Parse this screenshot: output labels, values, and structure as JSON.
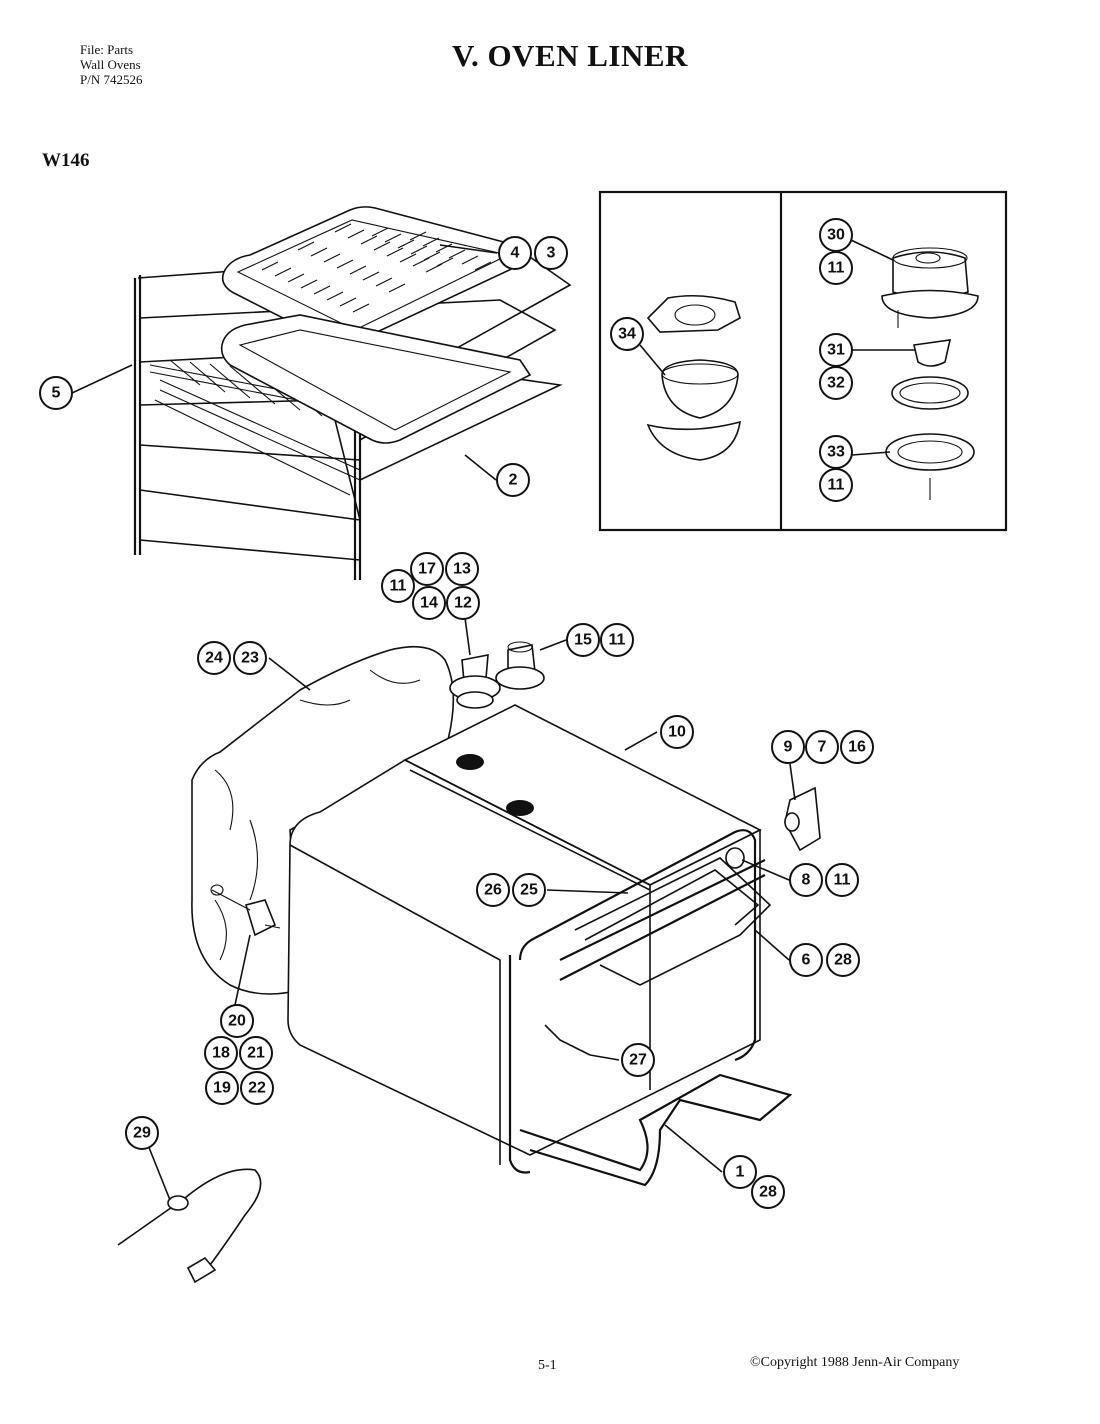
{
  "header": {
    "file_lines": [
      "File: Parts",
      "Wall Ovens",
      "P/N 742526"
    ],
    "title": "V. OVEN LINER",
    "model": "W146"
  },
  "footer": {
    "page": "5-1",
    "copyright": "©Copyright 1988 Jenn-Air Company"
  },
  "callouts": {
    "c4": "4",
    "c3": "3",
    "c5": "5",
    "c2": "2",
    "c30": "30",
    "c11a": "11",
    "c34": "34",
    "c31": "31",
    "c32": "32",
    "c33": "33",
    "c11b": "11",
    "c11c": "11",
    "c17": "17",
    "c13": "13",
    "c14": "14",
    "c12": "12",
    "c15": "15",
    "c11d": "11",
    "c24": "24",
    "c23": "23",
    "c10": "10",
    "c9": "9",
    "c7": "7",
    "c16": "16",
    "c8": "8",
    "c11e": "11",
    "c26": "26",
    "c25": "25",
    "c6": "6",
    "c28a": "28",
    "c20": "20",
    "c18": "18",
    "c21": "21",
    "c19": "19",
    "c22": "22",
    "c27": "27",
    "c29": "29",
    "c1": "1",
    "c28b": "28"
  }
}
